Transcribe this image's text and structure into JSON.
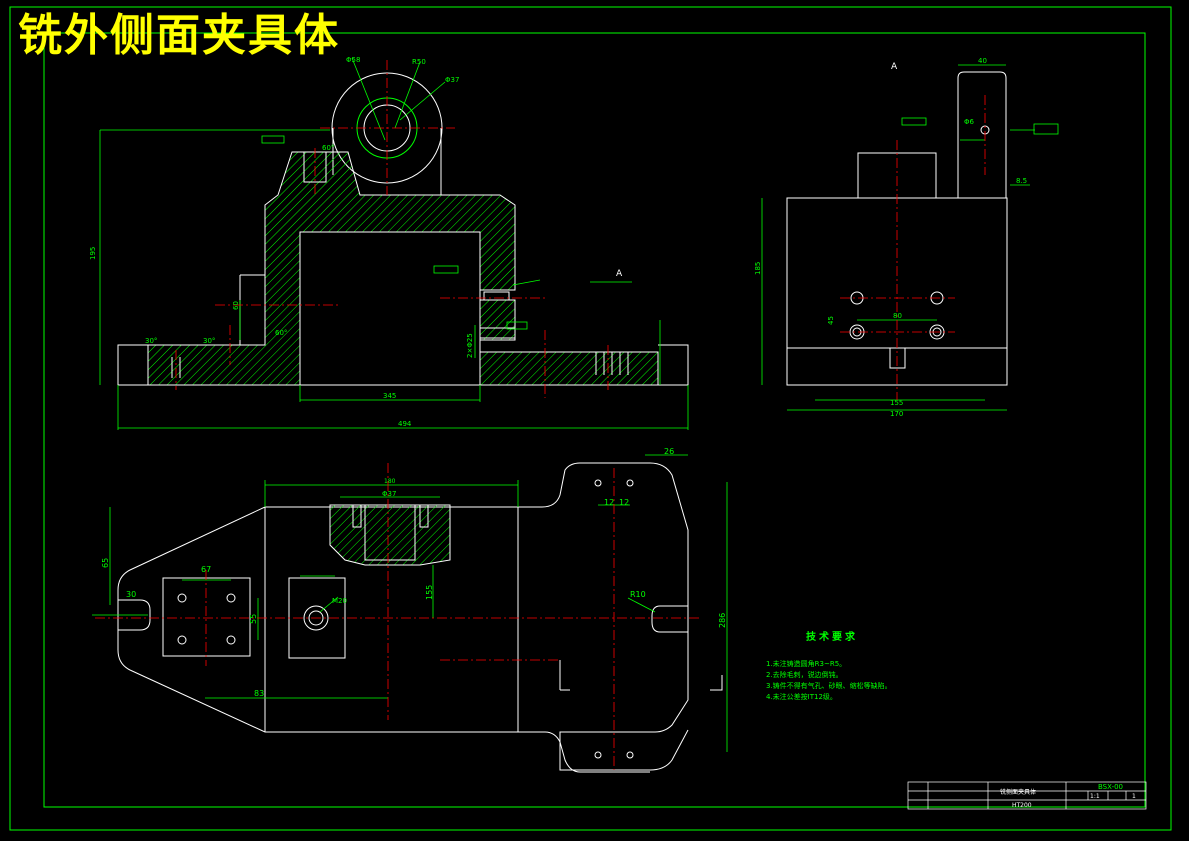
{
  "drawing": {
    "title": "铣外侧面夹具体",
    "colors": {
      "background": "#000000",
      "outline": "#ffffff",
      "dimension": "#00ff00",
      "centerline": "#ff0000",
      "title": "#ffff00"
    },
    "front_view": {
      "dims": {
        "overall_length": "494",
        "inner_width": "345",
        "height": "195",
        "bore_outer": "Φ37",
        "bore_top": "Φ58",
        "bore_r": "R50",
        "left_h": "60",
        "slot_w": "2×Φ25",
        "angle_a": "60°",
        "angle_b": "60°",
        "angle_c": "30°",
        "angle_d": "30°",
        "callout_a": "A"
      }
    },
    "side_view": {
      "dims": {
        "label_a": "A",
        "top_w": "40",
        "hole": "Φ6",
        "height": "185",
        "base_w": "170",
        "inner_w": "155",
        "hole_spacing": "80",
        "small": "8.5",
        "h_45": "45"
      }
    },
    "plan_view": {
      "dims": {
        "top_w": "180",
        "bore": "Φ37",
        "d_67": "67",
        "d_30": "30",
        "d_26": "26",
        "d_12a": "12",
        "d_12b": "12",
        "d_65": "65",
        "d_155": "155",
        "d_55": "55",
        "d_83": "83",
        "d_286": "286",
        "r10": "R10",
        "m_thread": "M20"
      }
    },
    "tech_requirements": {
      "title": "技术要求",
      "items": [
        "1.未注铸造圆角R3~R5。",
        "2.去除毛刺，锐边倒钝。",
        "3.铸件不得有气孔、砂眼、缩松等缺陷。",
        "4.未注公差按IT12级。"
      ]
    },
    "title_block": {
      "name": "铣侧面夹具体",
      "drawing_no": "BSX-00",
      "scale": "1:1",
      "sheet": "1",
      "material": "HT200"
    }
  }
}
